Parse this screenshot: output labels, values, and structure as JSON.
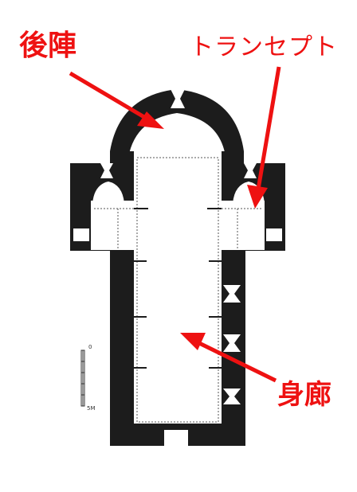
{
  "labels": {
    "apse": "後陣",
    "transept": "トランセプト",
    "nave": "身廊"
  },
  "scale": {
    "top": "0",
    "bottom": "5M"
  },
  "colors": {
    "wall": "#1c1c1c",
    "annotation": "#ee1111",
    "background": "#ffffff"
  }
}
